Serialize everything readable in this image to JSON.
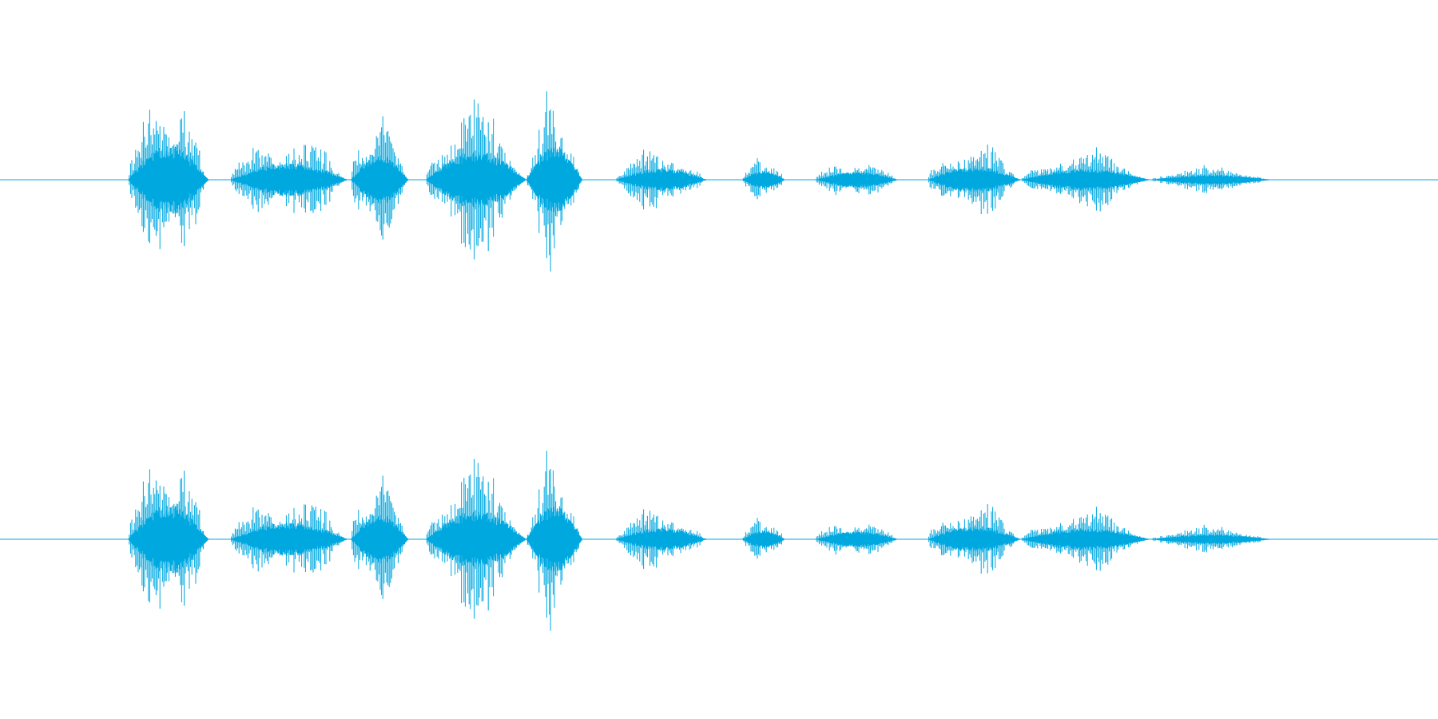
{
  "waveform": {
    "color": "#00a8e0",
    "channels": [
      {
        "id": "left",
        "segments": [
          {
            "start": 0.089,
            "end": 0.145,
            "amp": 0.62
          },
          {
            "start": 0.16,
            "end": 0.242,
            "amp": 0.3
          },
          {
            "start": 0.244,
            "end": 0.284,
            "amp": 0.46
          },
          {
            "start": 0.296,
            "end": 0.366,
            "amp": 0.52
          },
          {
            "start": 0.366,
            "end": 0.405,
            "amp": 0.6
          },
          {
            "start": 0.428,
            "end": 0.492,
            "amp": 0.2
          },
          {
            "start": 0.516,
            "end": 0.546,
            "amp": 0.16
          },
          {
            "start": 0.567,
            "end": 0.625,
            "amp": 0.14
          },
          {
            "start": 0.645,
            "end": 0.71,
            "amp": 0.24
          },
          {
            "start": 0.71,
            "end": 0.8,
            "amp": 0.2
          },
          {
            "start": 0.8,
            "end": 0.885,
            "amp": 0.09
          }
        ]
      },
      {
        "id": "right",
        "segments": [
          {
            "start": 0.089,
            "end": 0.145,
            "amp": 0.62
          },
          {
            "start": 0.16,
            "end": 0.242,
            "amp": 0.3
          },
          {
            "start": 0.244,
            "end": 0.284,
            "amp": 0.46
          },
          {
            "start": 0.296,
            "end": 0.366,
            "amp": 0.52
          },
          {
            "start": 0.366,
            "end": 0.405,
            "amp": 0.6
          },
          {
            "start": 0.428,
            "end": 0.492,
            "amp": 0.2
          },
          {
            "start": 0.516,
            "end": 0.546,
            "amp": 0.16
          },
          {
            "start": 0.567,
            "end": 0.625,
            "amp": 0.14
          },
          {
            "start": 0.645,
            "end": 0.71,
            "amp": 0.24
          },
          {
            "start": 0.71,
            "end": 0.8,
            "amp": 0.2
          },
          {
            "start": 0.8,
            "end": 0.885,
            "amp": 0.09
          }
        ]
      }
    ]
  }
}
